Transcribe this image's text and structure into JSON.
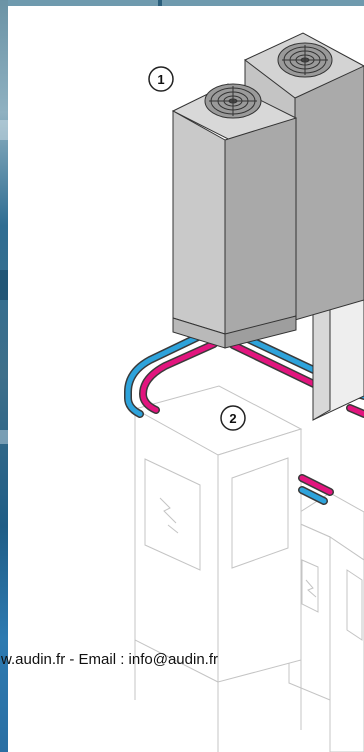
{
  "callouts": [
    {
      "label": "1"
    },
    {
      "label": "2"
    }
  ],
  "footer": {
    "contact_text": "w.audin.fr - Email : info@audin.fr"
  },
  "colors": {
    "hot_pipe": "#e2157e",
    "cold_pipe": "#2ea3db",
    "unit_body": "#cfcfcf",
    "page_background": "#ffffff",
    "background_strip": "#2d6f95"
  },
  "icons": {
    "fan": "fan-grille-icon"
  }
}
